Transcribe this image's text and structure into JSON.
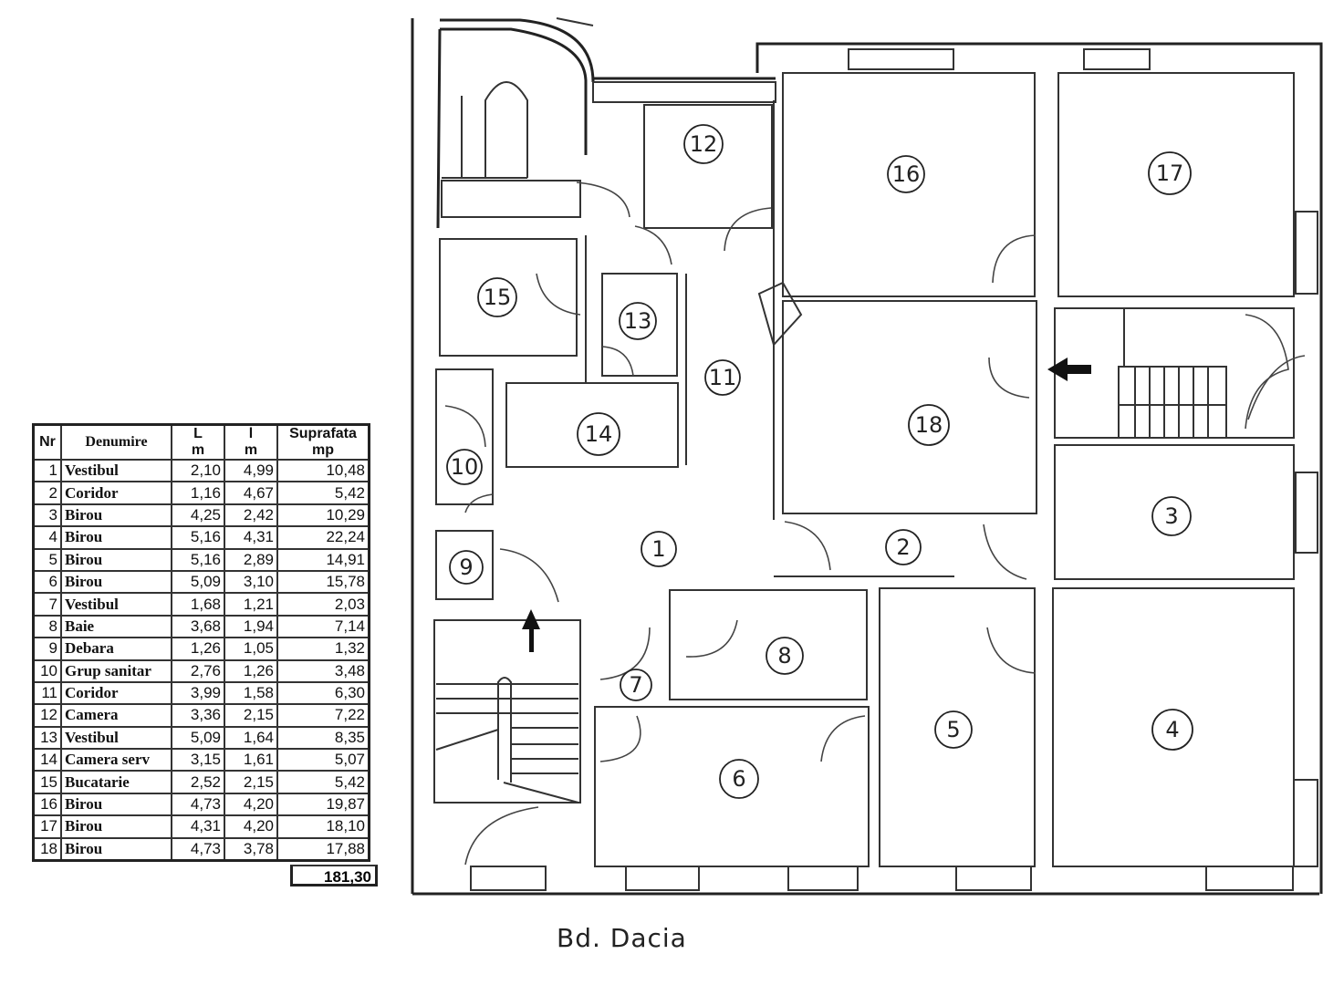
{
  "table": {
    "headers": {
      "nr": "Nr",
      "name": "Denumire",
      "length": [
        "L",
        "m"
      ],
      "width": [
        "l",
        "m"
      ],
      "area": [
        "Suprafata",
        "mp"
      ]
    },
    "rows": [
      {
        "nr": "1",
        "name": "Vestibul",
        "L": "2,10",
        "l": "4,99",
        "area": "10,48"
      },
      {
        "nr": "2",
        "name": "Coridor",
        "L": "1,16",
        "l": "4,67",
        "area": "5,42"
      },
      {
        "nr": "3",
        "name": "Birou",
        "L": "4,25",
        "l": "2,42",
        "area": "10,29"
      },
      {
        "nr": "4",
        "name": "Birou",
        "L": "5,16",
        "l": "4,31",
        "area": "22,24"
      },
      {
        "nr": "5",
        "name": "Birou",
        "L": "5,16",
        "l": "2,89",
        "area": "14,91"
      },
      {
        "nr": "6",
        "name": "Birou",
        "L": "5,09",
        "l": "3,10",
        "area": "15,78"
      },
      {
        "nr": "7",
        "name": "Vestibul",
        "L": "1,68",
        "l": "1,21",
        "area": "2,03"
      },
      {
        "nr": "8",
        "name": "Baie",
        "L": "3,68",
        "l": "1,94",
        "area": "7,14"
      },
      {
        "nr": "9",
        "name": "Debara",
        "L": "1,26",
        "l": "1,05",
        "area": "1,32"
      },
      {
        "nr": "10",
        "name": "Grup sanitar",
        "L": "2,76",
        "l": "1,26",
        "area": "3,48"
      },
      {
        "nr": "11",
        "name": "Coridor",
        "L": "3,99",
        "l": "1,58",
        "area": "6,30"
      },
      {
        "nr": "12",
        "name": "Camera",
        "L": "3,36",
        "l": "2,15",
        "area": "7,22"
      },
      {
        "nr": "13",
        "name": "Vestibul",
        "L": "5,09",
        "l": "1,64",
        "area": "8,35"
      },
      {
        "nr": "14",
        "name": "Camera serv",
        "L": "3,15",
        "l": "1,61",
        "area": "5,07"
      },
      {
        "nr": "15",
        "name": "Bucatarie",
        "L": "2,52",
        "l": "2,15",
        "area": "5,42"
      },
      {
        "nr": "16",
        "name": "Birou",
        "L": "4,73",
        "l": "4,20",
        "area": "19,87"
      },
      {
        "nr": "17",
        "name": "Birou",
        "L": "4,31",
        "l": "4,20",
        "area": "18,10"
      },
      {
        "nr": "18",
        "name": "Birou",
        "L": "4,73",
        "l": "3,78",
        "area": "17,88"
      }
    ],
    "total": "181,30"
  },
  "plan": {
    "room_labels": [
      "1",
      "2",
      "3",
      "4",
      "5",
      "6",
      "7",
      "8",
      "9",
      "10",
      "11",
      "12",
      "13",
      "14",
      "15",
      "16",
      "17",
      "18"
    ],
    "street": "Bd. Dacia"
  }
}
